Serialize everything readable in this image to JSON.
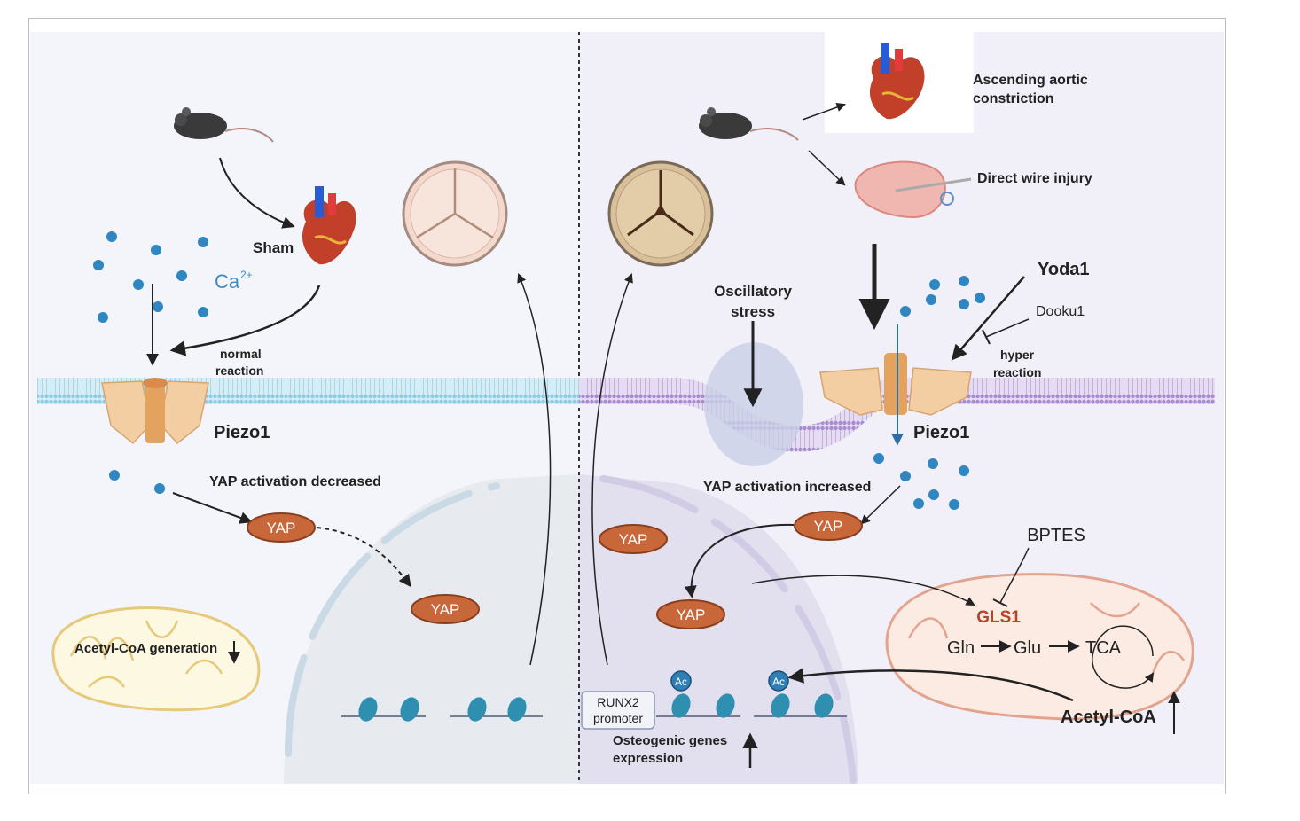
{
  "left": {
    "sham": "Sham",
    "ca": "Ca",
    "ca_sup": "2+",
    "normal_reaction": [
      "normal",
      "reaction"
    ],
    "piezo": "Piezo1",
    "yap_activation": "YAP activation decreased",
    "yap1": "YAP",
    "yap2": "YAP",
    "acetyl": "Acetyl-CoA generation"
  },
  "right": {
    "aortic": [
      "Ascending aortic",
      "constriction"
    ],
    "wire": "Direct wire injury",
    "yoda": "Yoda1",
    "dooku": "Dooku1",
    "hyper_reaction": [
      "hyper",
      "reaction"
    ],
    "oscillatory": [
      "Oscillatory",
      "stress"
    ],
    "piezo": "Piezo1",
    "yap_activation": "YAP activation increased",
    "yap1": "YAP",
    "yap2": "YAP",
    "yap3": "YAP",
    "bptes": "BPTES",
    "gls1": "GLS1",
    "gln": "Gln",
    "glu": "Glu",
    "tca": "TCA",
    "acetyl": "Acetyl-CoA",
    "ac1": "Ac",
    "ac2": "Ac",
    "runx2": [
      "RUNX2",
      "promoter"
    ],
    "osteo": [
      "Osteogenic genes",
      "expression"
    ]
  },
  "colors": {
    "left_bg": "#f4f4fb",
    "right_bg": "#f1f0f8",
    "left_membrane": "#9fd2e8",
    "right_membrane": "#b9a3d6",
    "yap": "#c8683a",
    "ion": "#2f86c0",
    "gls1": "#b5452b"
  }
}
